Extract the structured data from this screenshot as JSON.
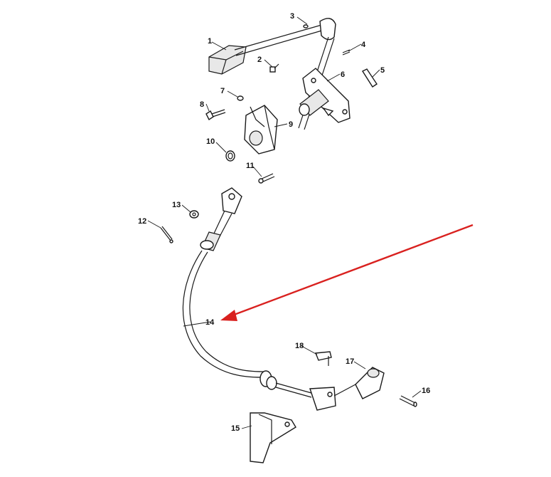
{
  "labels": [
    "1",
    "2",
    "3",
    "4",
    "5",
    "6",
    "7",
    "8",
    "9",
    "10",
    "11",
    "12",
    "13",
    "14",
    "15",
    "16",
    "17",
    "18"
  ],
  "colors": {
    "line": "#1a1a1a",
    "arrow": "#d9211f",
    "background": "#ffffff"
  }
}
